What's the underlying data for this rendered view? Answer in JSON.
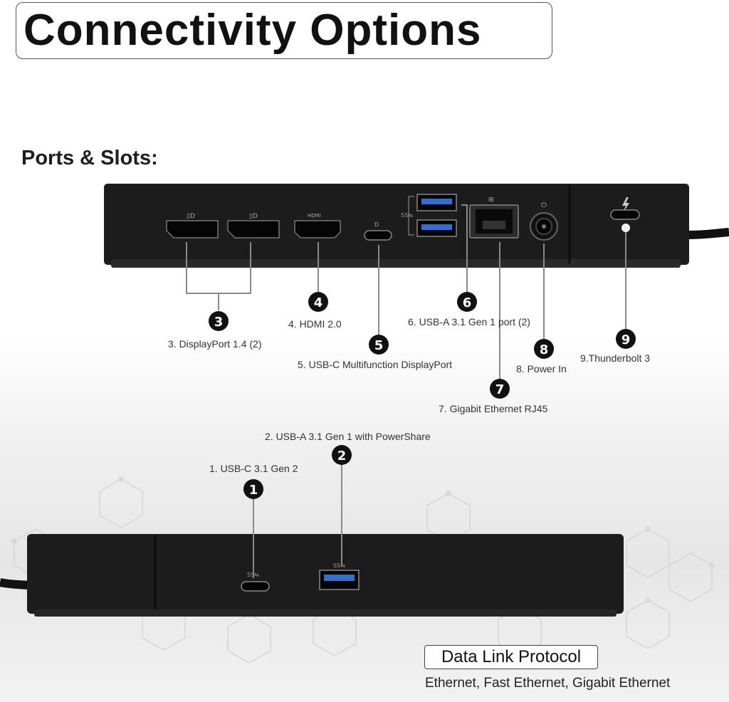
{
  "title": "Connectivity Options",
  "subtitle": "Ports & Slots:",
  "ports": [
    {
      "number": "1",
      "label": "1. USB-C 3.1 Gen 2"
    },
    {
      "number": "2",
      "label": "2. USB-A 3.1 Gen 1 with PowerShare"
    },
    {
      "number": "3",
      "label": "3. DisplayPort 1.4 (2)"
    },
    {
      "number": "4",
      "label": "4. HDMI 2.0"
    },
    {
      "number": "5",
      "label": "5. USB-C Multifunction DisplayPort"
    },
    {
      "number": "6",
      "label": "6. USB-A 3.1 Gen 1 port (2)"
    },
    {
      "number": "7",
      "label": "7. Gigabit Ethernet RJ45"
    },
    {
      "number": "8",
      "label": "8. Power In"
    },
    {
      "number": "9",
      "label": "9.Thunderbolt 3"
    }
  ],
  "data_link": {
    "title": "Data Link Protocol",
    "protocols": "Ethernet, Fast Ethernet, Gigabit Ethernet"
  },
  "colors": {
    "dock": "#1c1c1c",
    "port_blue": "#2f6fd6",
    "badge": "#111111"
  }
}
